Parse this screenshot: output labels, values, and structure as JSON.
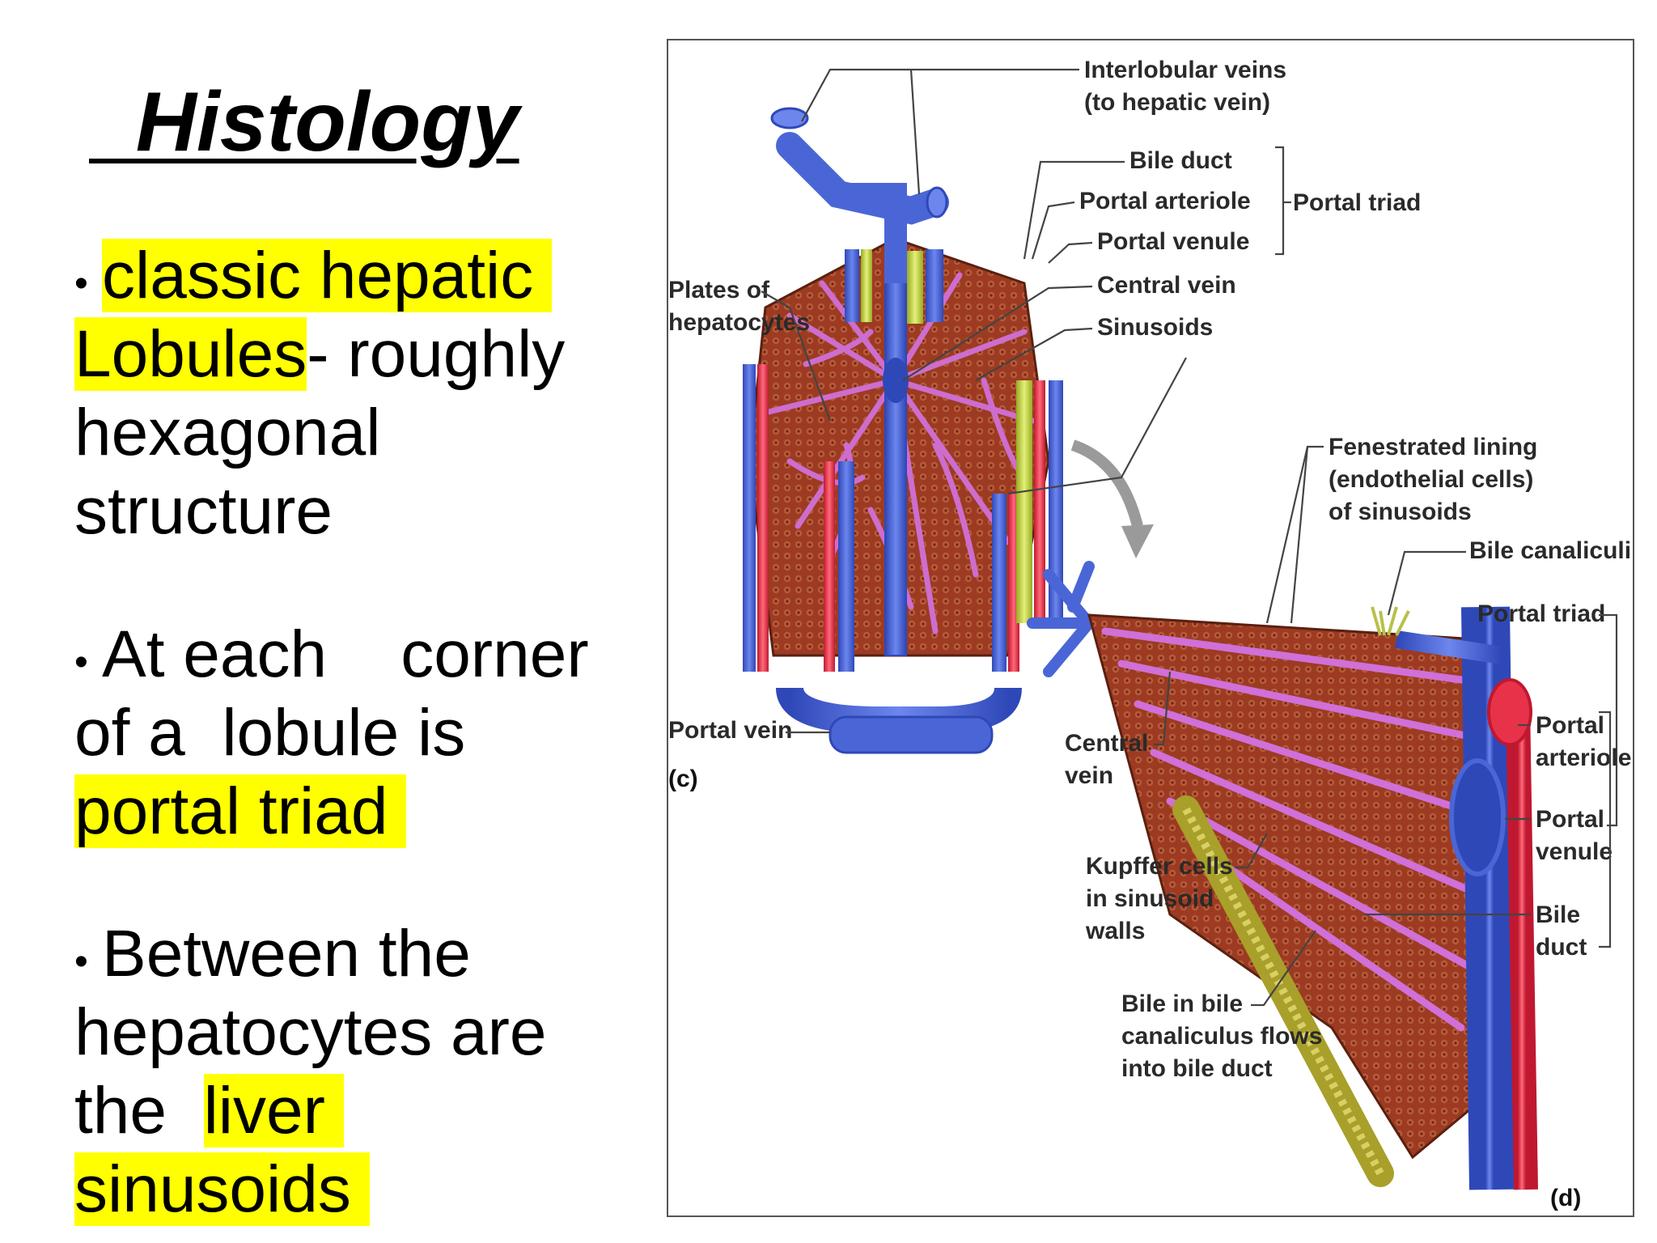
{
  "slide": {
    "title": "  Histology",
    "bullets": [
      {
        "lines": [
          [
            {
              "text": "classic hepatic ",
              "hl": true
            }
          ],
          [
            {
              "text": "Lobules",
              "hl": true
            },
            {
              "text": "- roughly",
              "hl": false
            }
          ],
          [
            {
              "text": "hexagonal",
              "hl": false
            }
          ],
          [
            {
              "text": "structure",
              "hl": false
            }
          ]
        ]
      },
      {
        "lines": [
          [
            {
              "text": "At each    corner",
              "hl": false
            }
          ],
          [
            {
              "text": "of a  lobule is",
              "hl": false
            }
          ],
          [
            {
              "text": "portal triad ",
              "hl": true
            }
          ]
        ]
      },
      {
        "lines": [
          [
            {
              "text": "Between the",
              "hl": false
            }
          ],
          [
            {
              "text": "hepatocytes are",
              "hl": false
            }
          ],
          [
            {
              "text": "the  ",
              "hl": false
            },
            {
              "text": "liver ",
              "hl": true
            }
          ],
          [
            {
              "text": "sinusoids ",
              "hl": true
            }
          ]
        ]
      }
    ],
    "highlight_color": "#ffff00"
  },
  "figure": {
    "labels_c": {
      "interlobular_veins_1": "Interlobular veins",
      "interlobular_veins_2": "(to hepatic vein)",
      "bile_duct": "Bile duct",
      "portal_arteriole": "Portal arteriole",
      "portal_venule": "Portal venule",
      "portal_triad": "Portal triad",
      "central_vein": "Central vein",
      "sinusoids": "Sinusoids",
      "plates_1": "Plates of",
      "plates_2": "hepatocytes",
      "portal_vein": "Portal vein",
      "panel": "(c)"
    },
    "labels_d": {
      "fenestrated_1": "Fenestrated lining",
      "fenestrated_2": "(endothelial cells)",
      "fenestrated_3": "of sinusoids",
      "bile_canaliculi": "Bile canaliculi",
      "portal_triad": "Portal triad",
      "central_vein_1": "Central",
      "central_vein_2": "vein",
      "portal_arteriole_1": "Portal",
      "portal_arteriole_2": "arteriole",
      "portal_venule_1": "Portal",
      "portal_venule_2": "venule",
      "bile_duct_1": "Bile",
      "bile_duct_2": "duct",
      "kupffer_1": "Kupffer cells",
      "kupffer_2": "in sinusoid",
      "kupffer_3": "walls",
      "bile_flow_1": "Bile in bile",
      "bile_flow_2": "canaliculus flows",
      "bile_flow_3": "into bile duct",
      "panel": "(d)"
    },
    "colors": {
      "vein": "#4a66d6",
      "artery": "#e8324a",
      "bile": "#c8d84a",
      "hepatocyte": "#9c3b22",
      "sinusoid": "#d070d8"
    }
  }
}
